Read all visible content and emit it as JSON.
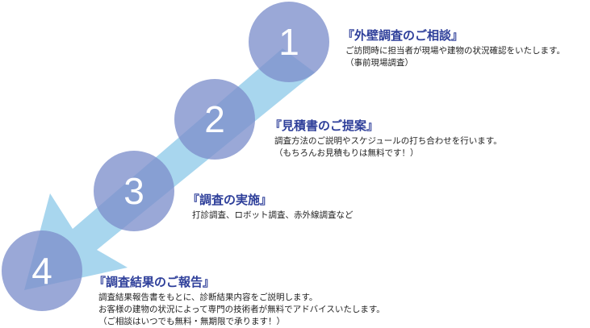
{
  "colors": {
    "arrow": "#a8d6ee",
    "circle": "#7e8fcc",
    "circle_number": "#ffffff",
    "title": "#2e3f9a",
    "text": "#222222"
  },
  "steps": [
    {
      "number": "1",
      "title": "『外壁調査のご相談』",
      "lines": [
        "ご訪問時に担当者が現場や建物の状況確認をいたします。",
        "（事前現場調査）"
      ]
    },
    {
      "number": "2",
      "title": "『見積書のご提案』",
      "lines": [
        "調査方法のご説明やスケジュールの打ち合わせを行います。",
        "（もちろんお見積もりは無料です！）"
      ]
    },
    {
      "number": "3",
      "title": "『調査の実施』",
      "lines": [
        "打診調査、ロボット調査、赤外線調査など"
      ]
    },
    {
      "number": "4",
      "title": "『調査結果のご報告』",
      "lines": [
        "調査結果報告書をもとに、診断結果内容をご説明します。",
        "お客様の建物の状況によって専門の技術者が無料でアドバイスいたします。",
        "（ご相談はいつでも無料・無期限で承ります！）"
      ]
    }
  ]
}
